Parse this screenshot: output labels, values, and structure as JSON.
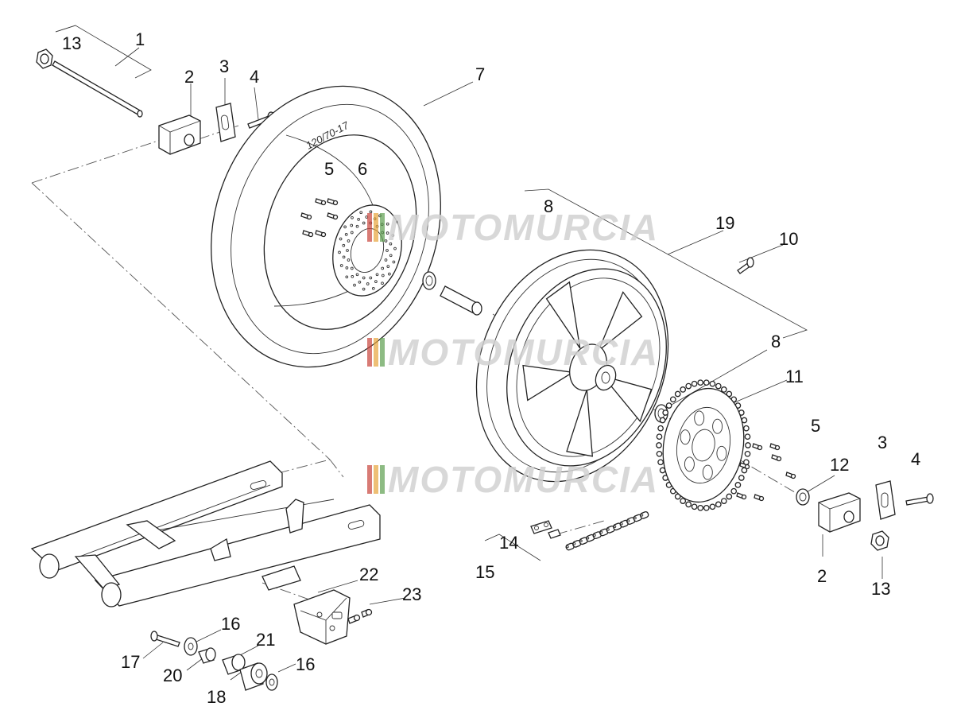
{
  "callouts": {
    "c1": "1",
    "c2a": "2",
    "c2b": "2",
    "c3a": "3",
    "c3b": "3",
    "c4a": "4",
    "c4b": "4",
    "c5a": "5",
    "c5b": "5",
    "c6": "6",
    "c7": "7",
    "c8a": "8",
    "c8b": "8",
    "c10": "10",
    "c11": "11",
    "c12": "12",
    "c13a": "13",
    "c13b": "13",
    "c14": "14",
    "c15": "15",
    "c16a": "16",
    "c16b": "16",
    "c17": "17",
    "c18": "18",
    "c19": "19",
    "c20": "20",
    "c21": "21",
    "c22": "22",
    "c23": "23"
  },
  "watermark": {
    "text": "MOTOMURCIA",
    "colors": [
      "#c7433a",
      "#e7a43a",
      "#5c9e4e"
    ]
  },
  "tire_marking": "120/70-17"
}
